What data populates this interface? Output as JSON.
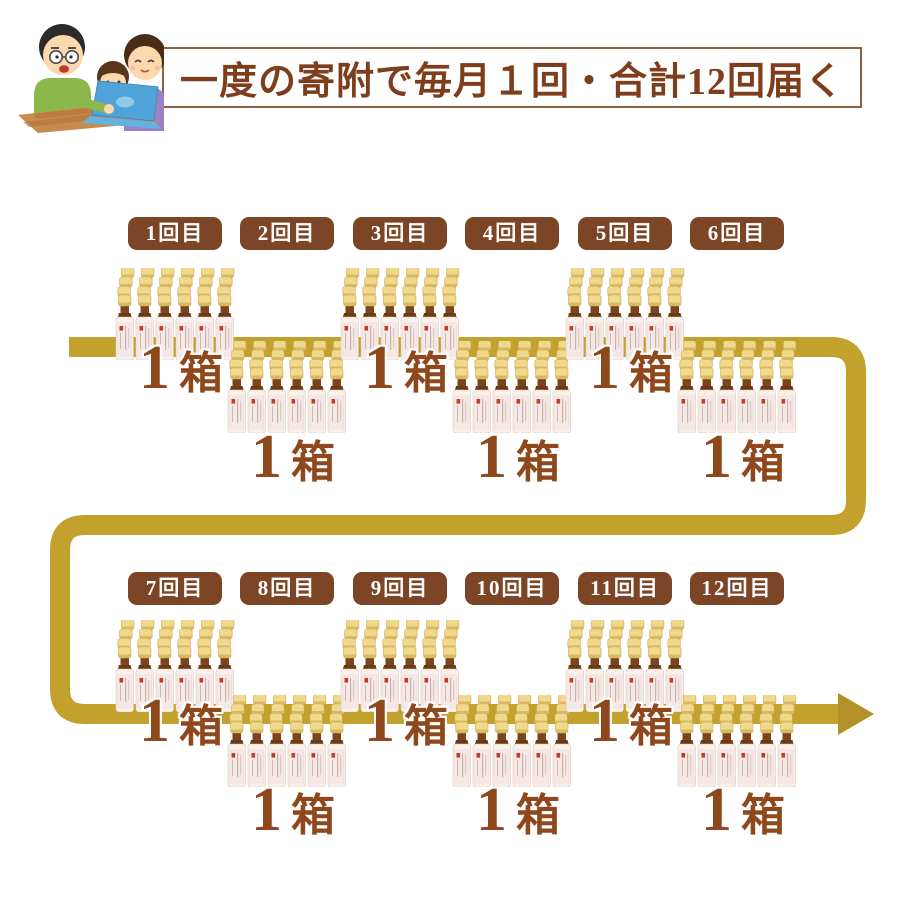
{
  "theme": {
    "gold": "#c2a22c",
    "gold_dark": "#b2902a",
    "badge_brown": "#7b4526",
    "label_brown": "#8e481c",
    "banner_text": "#7e3e1c",
    "banner_border": "#8e5f40",
    "cap": "#f0d98c",
    "cap_band": "#d9b964",
    "cap_edge": "#cfab54",
    "amber": "#7a451c",
    "amber2": "#6b3a15",
    "label_paper": "#f7e8e8",
    "label_edge": "#ead6d6",
    "bottle_body": "#f9f0ea",
    "bottle_edge": "#ddc9b6",
    "seal_red": "#c43b28"
  },
  "header": {
    "title": "一度の寄附で毎月１回・合計12回届く",
    "illustration": "family-using-laptop"
  },
  "deliveries": [
    {
      "label": "1回目",
      "box_num": "1",
      "box_unit": "箱"
    },
    {
      "label": "2回目",
      "box_num": "1",
      "box_unit": "箱"
    },
    {
      "label": "3回目",
      "box_num": "1",
      "box_unit": "箱"
    },
    {
      "label": "4回目",
      "box_num": "1",
      "box_unit": "箱"
    },
    {
      "label": "5回目",
      "box_num": "1",
      "box_unit": "箱"
    },
    {
      "label": "6回目",
      "box_num": "1",
      "box_unit": "箱"
    },
    {
      "label": "7回目",
      "box_num": "1",
      "box_unit": "箱"
    },
    {
      "label": "8回目",
      "box_num": "1",
      "box_unit": "箱"
    },
    {
      "label": "9回目",
      "box_num": "1",
      "box_unit": "箱"
    },
    {
      "label": "10回目",
      "box_num": "1",
      "box_unit": "箱"
    },
    {
      "label": "11回目",
      "box_num": "1",
      "box_unit": "箱"
    },
    {
      "label": "12回目",
      "box_num": "1",
      "box_unit": "箱"
    }
  ]
}
